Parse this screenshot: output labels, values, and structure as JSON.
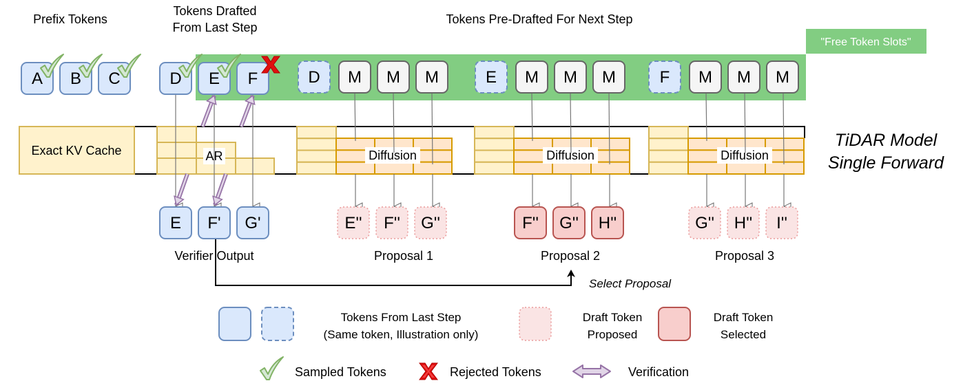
{
  "headers": {
    "prefix": "Prefix Tokens",
    "drafted_line1": "Tokens Drafted",
    "drafted_line2": "From Last Step",
    "predrafted": "Tokens Pre-Drafted For Next Step",
    "free_slots": "\"Free Token Slots\""
  },
  "prefix_tokens": [
    {
      "label": "A",
      "status": "sampled"
    },
    {
      "label": "B",
      "status": "sampled"
    },
    {
      "label": "C",
      "status": "sampled"
    }
  ],
  "drafted_tokens": [
    {
      "label": "D",
      "status": "sampled"
    },
    {
      "label": "E",
      "status": "sampled"
    },
    {
      "label": "F",
      "status": "rejected"
    }
  ],
  "predraft_groups": [
    {
      "lead": "D",
      "masks": [
        "M",
        "M",
        "M"
      ]
    },
    {
      "lead": "E",
      "masks": [
        "M",
        "M",
        "M"
      ]
    },
    {
      "lead": "F",
      "masks": [
        "M",
        "M",
        "M"
      ]
    }
  ],
  "model": {
    "kv_cache_label": "Exact KV Cache",
    "ar_label": "AR",
    "diffusion_label": "Diffusion",
    "title_line1": "TiDAR Model",
    "title_line2": "Single Forward"
  },
  "verifier": {
    "tokens": [
      "E",
      "F'",
      "G'"
    ],
    "label": "Verifier Output"
  },
  "proposals": [
    {
      "label": "Proposal 1",
      "tokens": [
        "E''",
        "F''",
        "G''"
      ],
      "selected": false
    },
    {
      "label": "Proposal 2",
      "tokens": [
        "F''",
        "G''",
        "H''"
      ],
      "selected": true
    },
    {
      "label": "Proposal 3",
      "tokens": [
        "G''",
        "H''",
        "I''"
      ],
      "selected": false
    }
  ],
  "select_label": "Select Proposal",
  "legend": {
    "last_step_line1": "Tokens From Last Step",
    "last_step_line2": "(Same token, Illustration only)",
    "proposed_line1": "Draft Token",
    "proposed_line2": "Proposed",
    "selected_line1": "Draft Token",
    "selected_line2": "Selected",
    "sampled": "Sampled Tokens",
    "rejected": "Rejected Tokens",
    "verification": "Verification"
  },
  "icons": {
    "sampled": "checkmark-icon",
    "rejected": "x-mark-icon",
    "verification": "double-arrow-icon"
  },
  "colors": {
    "token_blue_fill": "#dae8fc",
    "token_blue_stroke": "#6c8ebf",
    "mask_fill": "#f5f5f5",
    "mask_stroke": "#666666",
    "green_band": "#82cd82",
    "kv_fill": "#fff2cc",
    "kv_stroke": "#d6b656",
    "diff_fill": "#ffe6cc",
    "diff_stroke": "#d79b00",
    "proposal_fill": "#fae4e4",
    "proposal_stroke": "#ea9a9a",
    "selected_fill": "#f8cecc",
    "selected_stroke": "#b85450",
    "check_fill": "#d5e8d4",
    "check_stroke": "#82b366",
    "reject": "#e01010",
    "verify_fill": "#e1d5e7",
    "verify_stroke": "#9673a6"
  }
}
